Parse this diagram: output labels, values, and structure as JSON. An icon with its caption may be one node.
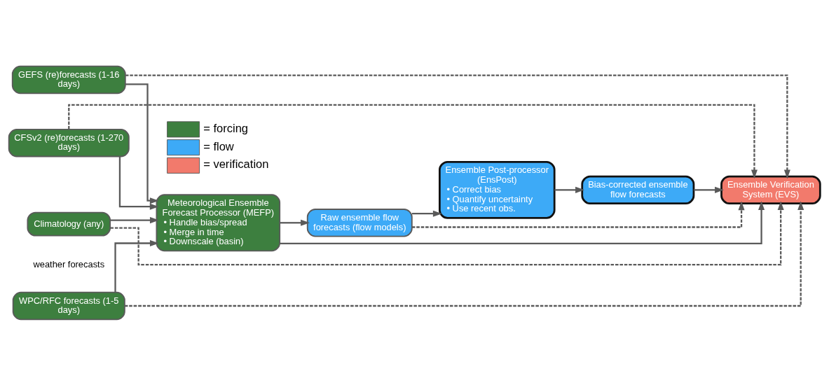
{
  "diagram": {
    "nodes": [
      {
        "text": [
          "WPC/RFC forecasts (1-5 days)"
        ]
      },
      {
        "text": [
          "GEFS (re)forecasts (1-16 days)"
        ]
      },
      {
        "text": [
          "CFSv2 (re)forecasts (1-270 days)"
        ]
      },
      {
        "text": [
          "Climatology (any)"
        ]
      },
      {
        "text": [
          "Meteorological Ensemble Forecast Processor (MEFP)",
          "• Handle bias/spread",
          "• Merge in time",
          "• Downscale (basin)"
        ]
      },
      {
        "text": [
          "Raw ensemble flow forecasts (flow models)"
        ]
      },
      {
        "text": [
          "Ensemble Post-processor (EnsPost)",
          "• Correct bias",
          "• Quantify uncertainty",
          "• Use recent obs."
        ]
      },
      {
        "text": [
          "Bias-corrected ensemble flow forecasts"
        ]
      },
      {
        "text": [
          "Ensemble Verification System (EVS)"
        ]
      }
    ],
    "edges": [
      {
        "from": 0,
        "to": 4,
        "arrow": "to"
      },
      {
        "from": 1,
        "to": 4,
        "arrow": "to"
      },
      {
        "from": 2,
        "to": 4,
        "arrow": "to"
      },
      {
        "from": 3,
        "to": 4,
        "arrow": "to"
      },
      {
        "from": 0,
        "to": 8,
        "arrow": "to",
        "style": "dashed"
      },
      {
        "from": 1,
        "to": 8,
        "arrow": "to",
        "style": "dashed"
      },
      {
        "from": 2,
        "to": 8,
        "arrow": "to",
        "style": "dashed"
      },
      {
        "from": 3,
        "to": 8,
        "arrow": "to",
        "style": "dashed"
      },
      {
        "from": 4,
        "to": 5,
        "arrow": "to"
      },
      {
        "from": 4,
        "to": 8,
        "arrow": "to"
      },
      {
        "from": 5,
        "to": 6,
        "arrow": "to"
      },
      {
        "from": 5,
        "to": 8,
        "arrow": "to",
        "style": "dashed"
      },
      {
        "from": 6,
        "to": 7,
        "arrow": "to"
      },
      {
        "from": 7,
        "to": 8,
        "arrow": "to"
      }
    ],
    "labels": [
      "weather forecasts"
    ],
    "legend": [
      {
        "text": "= forcing",
        "color": "#3d7f3f"
      },
      {
        "text": "= flow",
        "color": "#3daaf7"
      },
      {
        "text": "= verification",
        "color": "#f27a6c"
      }
    ]
  }
}
